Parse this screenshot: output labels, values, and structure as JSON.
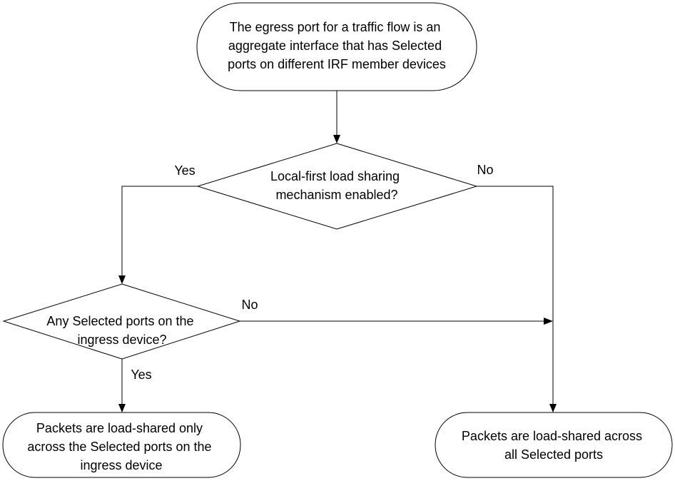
{
  "start": {
    "lines": [
      "The egress port for a traffic flow is an",
      "aggregate interface that has Selected",
      "ports on different IRF member devices"
    ]
  },
  "decision1": {
    "lines": [
      "Local-first load sharing",
      "mechanism enabled?"
    ],
    "yes_label": "Yes",
    "no_label": "No"
  },
  "decision2": {
    "lines": [
      "Any Selected ports on the",
      "ingress device?"
    ],
    "yes_label": "Yes",
    "no_label": "No"
  },
  "end_local": {
    "lines": [
      "Packets are load-shared only",
      "across the Selected ports on the",
      "ingress device"
    ]
  },
  "end_all": {
    "lines": [
      "Packets are load-shared across",
      "all Selected ports"
    ]
  }
}
